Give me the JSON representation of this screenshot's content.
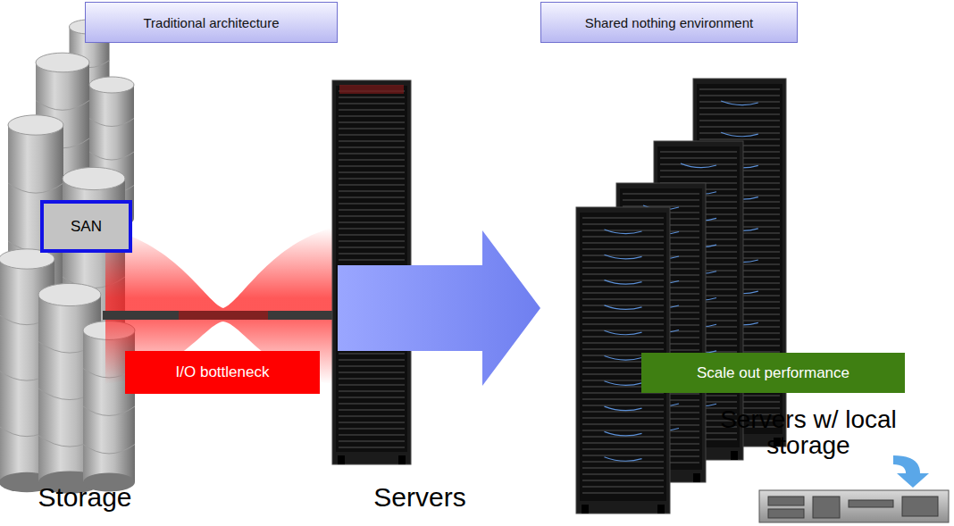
{
  "diagram": {
    "nodes": [
      {
        "text": [
          "Traditional architecture"
        ]
      },
      {
        "text": [
          "Shared nothing environment"
        ]
      },
      {
        "text": [
          "SAN"
        ]
      },
      {
        "text": [
          "I/O bottleneck"
        ]
      },
      {
        "text": [
          "Scale out performance"
        ]
      }
    ],
    "labels": [
      "Servers w/ local storage",
      "Storage",
      "Servers"
    ]
  }
}
